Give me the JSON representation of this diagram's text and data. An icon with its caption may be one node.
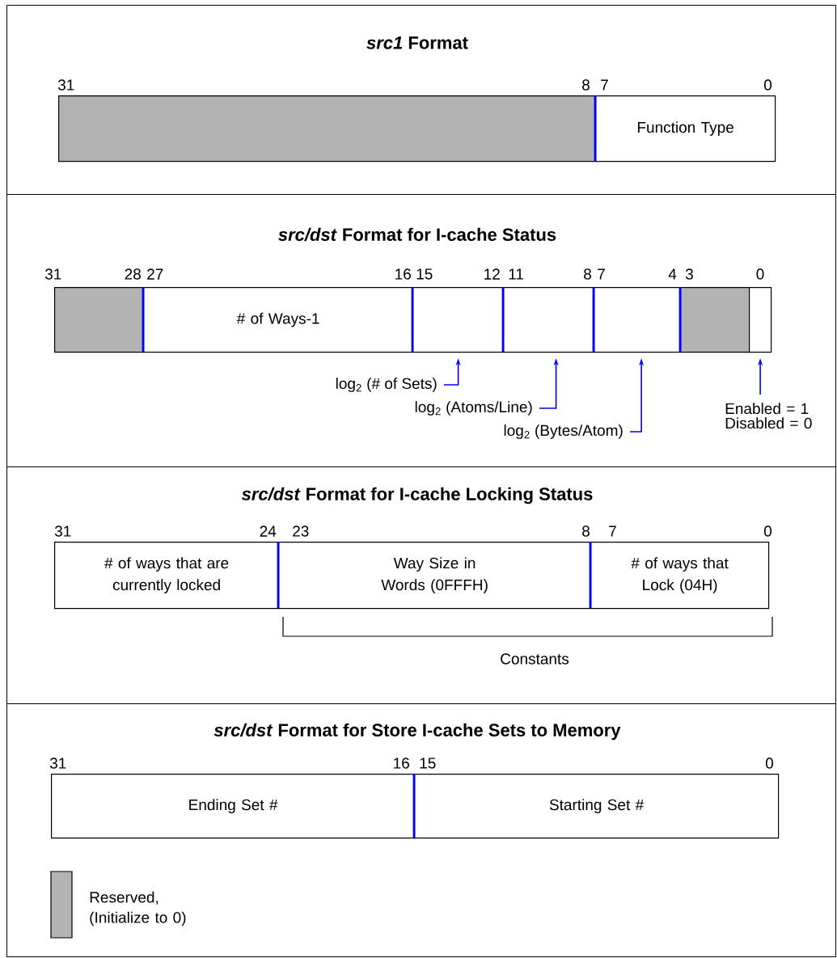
{
  "diagram": {
    "nodes": [
      {
        "text": [
          "*src1* Format"
        ]
      },
      {
        "text": [],
        "shape": "bar",
        "in": 0
      },
      {
        "text": [
          "Function Type"
        ],
        "in": 0
      },
      {
        "text": [
          "*src/dst* Format for I-cache Status"
        ]
      },
      {
        "text": [],
        "shape": "bar",
        "in": 3
      },
      {
        "text": [
          "# of Ways-1"
        ],
        "in": 3
      },
      {
        "text": [],
        "shape": "box",
        "in": 3
      },
      {
        "text": [],
        "shape": "box",
        "in": 3
      },
      {
        "text": [],
        "shape": "box",
        "in": 3
      },
      {
        "text": [],
        "shape": "bar",
        "in": 3
      },
      {
        "text": [],
        "shape": "box",
        "in": 3
      },
      {
        "text": [
          "log$_{2}$ (# of Sets)"
        ],
        "in": 3
      },
      {
        "text": [
          "log$_{2}$ (Atoms/Line)"
        ],
        "in": 3
      },
      {
        "text": [
          "log$_{2}$ (Bytes/Atom)"
        ],
        "in": 3
      },
      {
        "text": [
          "Enabled = 1 Disabled = 0"
        ],
        "in": 3
      },
      {
        "text": [
          "*src/dst* Format for I-cache Locking Status"
        ]
      },
      {
        "text": [
          "# of ways that are currently locked"
        ],
        "in": 15
      },
      {
        "text": [
          "Way Size in Words (0FFFH)"
        ],
        "in": 15
      },
      {
        "text": [
          "# of ways that Lock (04H)"
        ],
        "in": 15
      },
      {
        "text": [
          "*src/dst* Format for Store I-cache Sets to Memory"
        ]
      },
      {
        "text": [
          "Ending Set #"
        ],
        "in": 19
      },
      {
        "text": [
          "Starting Set #"
        ],
        "in": 19
      }
    ],
    "edges": [
      {
        "from": 11,
        "to": 6,
        "arrow": "to",
        "color": "#0000ff"
      },
      {
        "from": 12,
        "to": 7,
        "arrow": "to",
        "color": "#0000ff"
      },
      {
        "from": 13,
        "to": 8,
        "arrow": "to",
        "color": "#0000ff"
      },
      {
        "from": 14,
        "to": 10,
        "arrow": "to",
        "color": "#0000ff"
      }
    ],
    "labels": [
      "31",
      "8",
      "7",
      "0",
      "31",
      "28",
      "27",
      "16",
      "15",
      "12",
      "11",
      "8",
      "7",
      "4",
      "3",
      "0",
      "31",
      "24",
      "23",
      "8",
      "7",
      "0",
      "Constants",
      "31",
      "16",
      "15",
      "0"
    ],
    "legend": [
      {
        "text": "Reserved, (Initialize to 0)",
        "color": "#b3b3b3"
      }
    ]
  }
}
